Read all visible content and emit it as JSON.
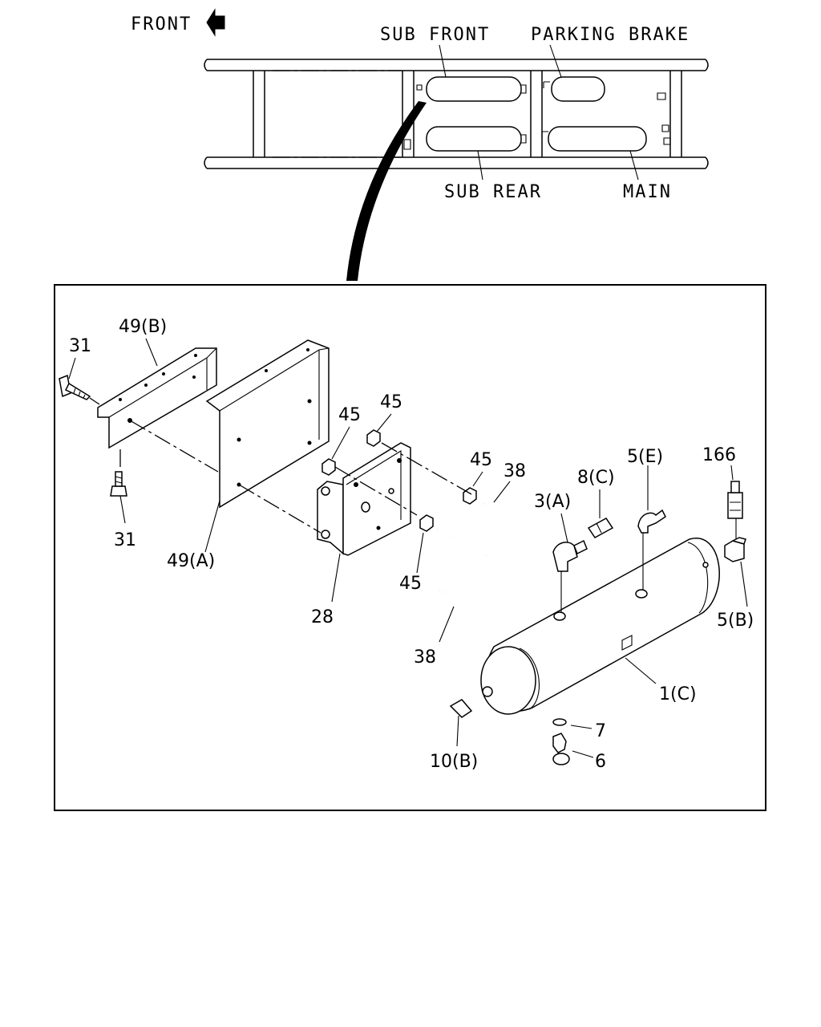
{
  "overview": {
    "direction_label": "FRONT",
    "tank_labels": {
      "sub_front": "SUB FRONT",
      "parking_brake": "PARKING BRAKE",
      "sub_rear": "SUB REAR",
      "main": "MAIN"
    }
  },
  "callouts": {
    "c31_top": "31",
    "c49b": "49(B)",
    "c31_bottom": "31",
    "c49a": "49(A)",
    "c45_a": "45",
    "c45_b": "45",
    "c45_c": "45",
    "c45_d": "45",
    "c38_a": "38",
    "c38_b": "38",
    "c28": "28",
    "c3a": "3(A)",
    "c8c": "8(C)",
    "c5e": "5(E)",
    "c166": "166",
    "c5b": "5(B)",
    "c1c": "1(C)",
    "c7": "7",
    "c6": "6",
    "c10b": "10(B)"
  }
}
